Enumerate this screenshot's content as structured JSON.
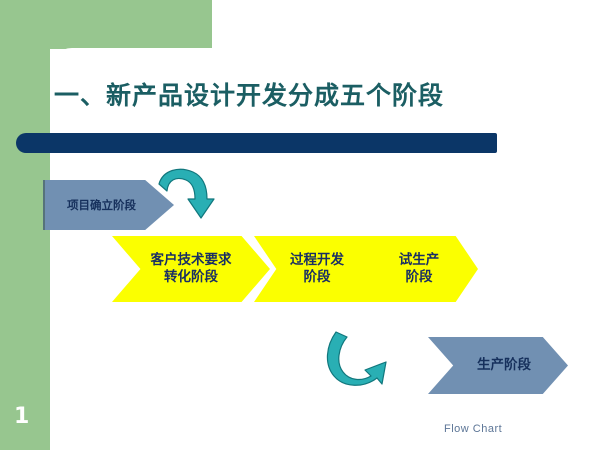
{
  "slide": {
    "title": "一、新产品设计开发分成五个阶段",
    "page_number": "1",
    "footer_caption": "Flow  Chart"
  },
  "colors": {
    "sidebar_green": "#97c68f",
    "title_teal": "#1b5e63",
    "underbar_navy": "#0b3667",
    "chevron_blue": "#7190b2",
    "chevron_yellow": "#fbff00",
    "chevron_blue_text": "#16305c",
    "chevron_yellow_text": "#1a2f63",
    "arrow_teal": "#29afb4",
    "arrow_teal_dark": "#1c8f96",
    "footer_text": "#5d7697"
  },
  "chart_data": {
    "type": "diagram",
    "title": "一、新产品设计开发分成五个阶段",
    "subtitle": "Flow  Chart",
    "layout": "staircase-chevron-flow",
    "stages": [
      {
        "id": "stage-initiation",
        "order": 1,
        "label": "项目确立阶段",
        "lines": [
          "项目确立阶段"
        ],
        "fill": "#7190b2",
        "text_color": "#16305c",
        "shape": "point-right"
      },
      {
        "id": "stage-customer-req",
        "order": 2,
        "label": "客户技术要求转化阶段",
        "lines": [
          "客户技术要求",
          "转化阶段"
        ],
        "fill": "#fbff00",
        "text_color": "#1a2f63",
        "shape": "chevron"
      },
      {
        "id": "stage-process-dev",
        "order": 3,
        "label": "过程开发阶段",
        "lines": [
          "过程开发",
          "阶段"
        ],
        "fill": "#fbff00",
        "text_color": "#1a2f63",
        "shape": "chevron"
      },
      {
        "id": "stage-trial-prod",
        "order": 4,
        "label": "试生产阶段",
        "lines": [
          "试生产",
          "阶段"
        ],
        "fill": "#fbff00",
        "text_color": "#1a2f63",
        "shape": "chevron"
      },
      {
        "id": "stage-production",
        "order": 5,
        "label": "生产阶段",
        "lines": [
          "生产阶段"
        ],
        "fill": "#7190b2",
        "text_color": "#16305c",
        "shape": "chevron"
      }
    ],
    "connectors": [
      {
        "id": "arrow-top",
        "from": "stage-initiation",
        "to": "stage-customer-req",
        "style": "curved-arrow",
        "direction": "down-right",
        "color": "#29afb4"
      },
      {
        "id": "arrow-bottom",
        "from": "stage-trial-prod",
        "to": "stage-production",
        "style": "curved-arrow",
        "direction": "down-right",
        "color": "#29afb4"
      }
    ]
  },
  "stage_text": {
    "initiation_l1": "项目确立阶段",
    "customer_l1": "客户技术要求",
    "customer_l2": "转化阶段",
    "process_l1": "过程开发",
    "process_l2": "阶段",
    "trial_l1": "试生产",
    "trial_l2": "阶段",
    "production_l1": "生产阶段"
  }
}
